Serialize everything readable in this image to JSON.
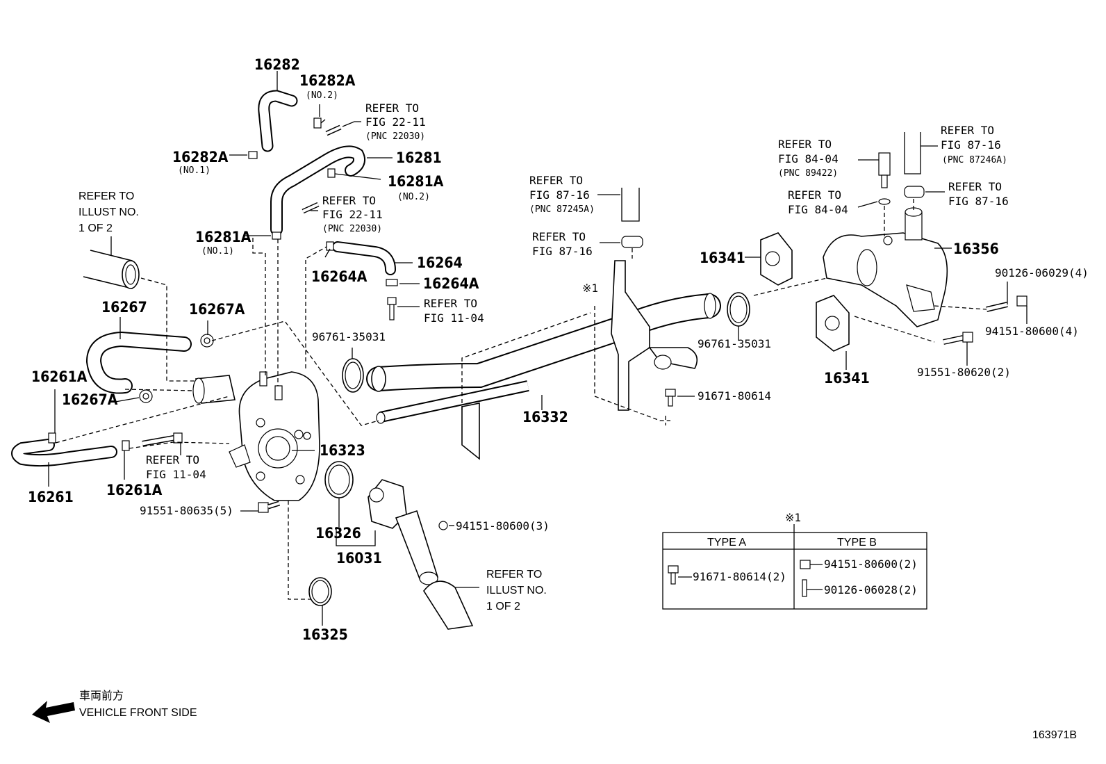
{
  "parts": {
    "p16282": "16282",
    "p16282A_top": "16282A",
    "p16282A_no2": "(NO.2)",
    "p16282A_left": "16282A",
    "p16282A_no1": "(NO.1)",
    "p16281": "16281",
    "p16281A_r": "16281A",
    "p16281A_no2": "(NO.2)",
    "p16281A_l": "16281A",
    "p16281A_no1": "(NO.1)",
    "p16264": "16264",
    "p16264A_l": "16264A",
    "p16264A_r": "16264A",
    "p16267": "16267",
    "p16267A_top": "16267A",
    "p16267A_low": "16267A",
    "p16261A_top": "16261A",
    "p16261A_low": "16261A",
    "p16261": "16261",
    "p16323": "16323",
    "p16326": "16326",
    "p16031": "16031",
    "p16325": "16325",
    "p16332": "16332",
    "p16341_top": "16341",
    "p16341_low": "16341",
    "p16356": "16356",
    "p96761_l": "96761-35031",
    "p96761_r": "96761-35031",
    "p91671": "91671-80614",
    "p91551_635": "91551-80635(5)",
    "p94151_3": "94151-80600(3)",
    "p90126_4": "90126-06029(4)",
    "p94151_4": "94151-80600(4)",
    "p91551_620": "91551-80620(2)"
  },
  "refs": {
    "r1_l1": "REFER TO",
    "r1_l2": "FIG 22-11",
    "r1_l3": "(PNC 22030)",
    "r2_l1": "REFER TO",
    "r2_l2": "FIG 22-11",
    "r2_l3": "(PNC 22030)",
    "r3_l1": "REFER TO",
    "r3_l2": "ILLUST NO.",
    "r3_l3": "1 OF 2",
    "r4_l1": "REFER TO",
    "r4_l2": "FIG 11-04",
    "r5_l1": "REFER TO",
    "r5_l2": "FIG 11-04",
    "r6_l1": "REFER TO",
    "r6_l2": "FIG 87-16",
    "r6_l3": "(PNC 87245A)",
    "r7_l1": "REFER TO",
    "r7_l2": "FIG 87-16",
    "r8_l1": "REFER TO",
    "r8_l2": "FIG 84-04",
    "r8_l3": "(PNC 89422)",
    "r9_l1": "REFER TO",
    "r9_l2": "FIG 84-04",
    "r10_l1": "REFER TO",
    "r10_l2": "FIG 87-16",
    "r10_l3": "(PNC 87246A)",
    "r11_l1": "REFER TO",
    "r11_l2": "FIG 87-16",
    "r12_l1": "REFER TO",
    "r12_l2": "ILLUST NO.",
    "r12_l3": "1 OF 2"
  },
  "note_mark": "※1",
  "table": {
    "mark": "※1",
    "col_a": "TYPE A",
    "col_b": "TYPE B",
    "a_item": "91671-80614(2)",
    "b_item1": "94151-80600(2)",
    "b_item2": "90126-06028(2)"
  },
  "direction": {
    "jp": "車両前方",
    "en": "VEHICLE FRONT SIDE"
  },
  "illustration_id": "163971B"
}
